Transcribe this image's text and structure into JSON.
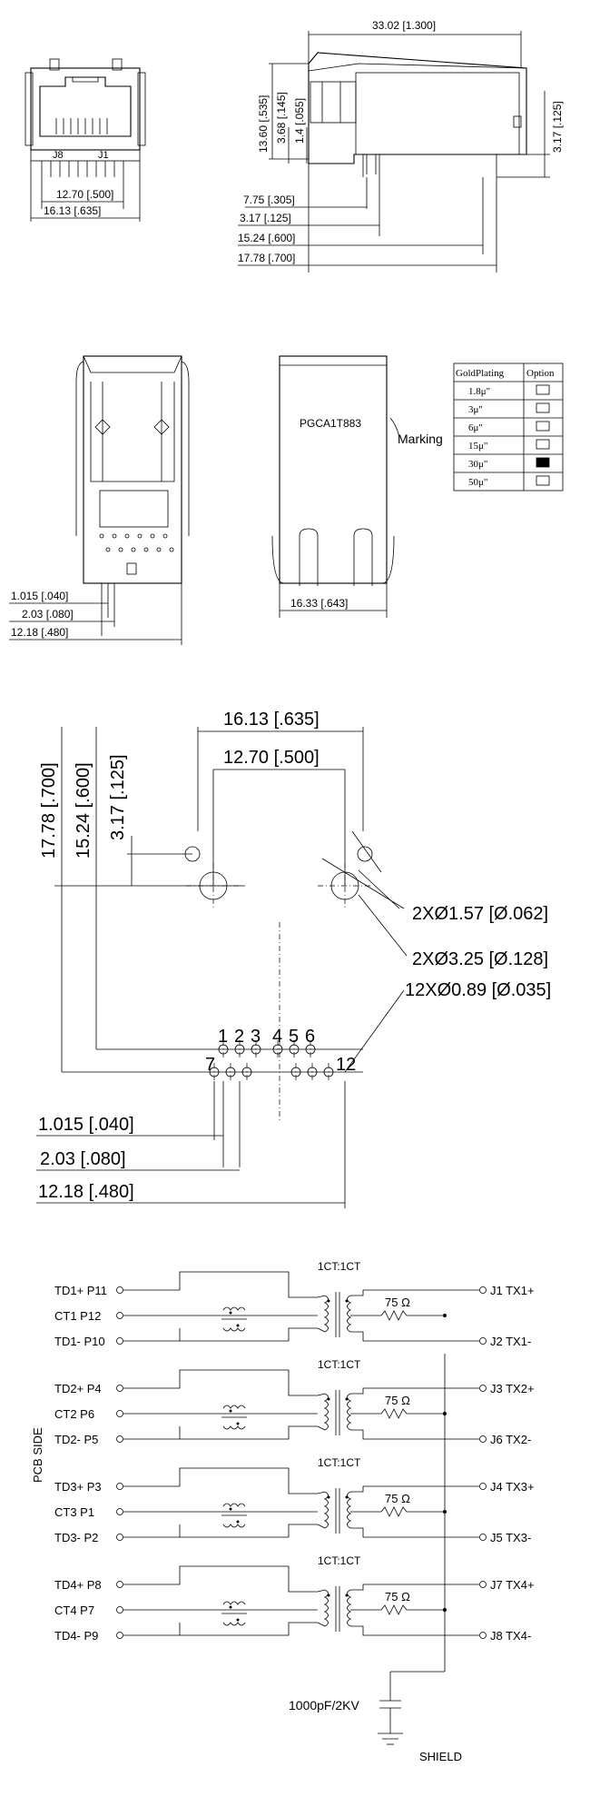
{
  "front_view": {
    "label_j8": "J8",
    "label_j1": "J1",
    "dim_pin_span": "12.70 [.500]",
    "dim_body_width": "16.13 [.635]"
  },
  "side_view": {
    "dim_length": "33.02 [1.300]",
    "dim_height": "13.60 [.535]",
    "dim_height2": "3.68 [.145]",
    "dim_height3": "1.4 [.055]",
    "dim_standoff": "3.17 [.125]",
    "dim_a": "7.75 [.305]",
    "dim_b": "3.17 [.125]",
    "dim_c": "15.24 [.600]",
    "dim_d": "17.78 [.700]"
  },
  "bottom_view": {
    "dim_1": "1.015 [.040]",
    "dim_2": "2.03 [.080]",
    "dim_3": "12.18 [.480]"
  },
  "top_view": {
    "part_number": "PGCA1T883",
    "marking_label": "Marking",
    "dim_width": "16.33 [.643]"
  },
  "plating_table": {
    "header_plating": "GoldPlating",
    "header_option": "Option",
    "rows": [
      {
        "plating": "1.8μ\"",
        "selected": false
      },
      {
        "plating": "3μ\"",
        "selected": false
      },
      {
        "plating": "6μ\"",
        "selected": false
      },
      {
        "plating": "15μ\"",
        "selected": false
      },
      {
        "plating": "30μ\"",
        "selected": true
      },
      {
        "plating": "50μ\"",
        "selected": false
      }
    ]
  },
  "pcb_layout": {
    "dim_outer": "16.13 [.635]",
    "dim_inner": "12.70 [.500]",
    "dim_v1": "17.78 [.700]",
    "dim_v2": "15.24 [.600]",
    "dim_v3": "3.17 [.125]",
    "hole_a": "2XØ1.57 [Ø.062]",
    "hole_b": "2XØ3.25 [Ø.128]",
    "hole_c": "12XØ0.89 [Ø.035]",
    "pin_numbers_top": [
      "1",
      "2",
      "3",
      "4",
      "5",
      "6"
    ],
    "pin_7": "7",
    "pin_12": "12",
    "dim_h1": "1.015 [.040]",
    "dim_h2": "2.03 [.080]",
    "dim_h3": "12.18 [.480]"
  },
  "schematic": {
    "side_label": "PCB SIDE",
    "ratio": "1CT:1CT",
    "resistor": "75 Ω",
    "capacitor": "1000pF/2KV",
    "shield": "SHIELD",
    "channels": [
      {
        "left": [
          "TD1+ P11",
          "CT1  P12",
          "TD1- P10"
        ],
        "right": [
          "J1 TX1+",
          "J2 TX1-"
        ]
      },
      {
        "left": [
          "TD2+ P4",
          "CT2  P6",
          "TD2-  P5"
        ],
        "right": [
          "J3 TX2+",
          "J6 TX2-"
        ]
      },
      {
        "left": [
          "TD3+ P3",
          "CT3  P1",
          "TD3-  P2"
        ],
        "right": [
          "J4 TX3+",
          "J5 TX3-"
        ]
      },
      {
        "left": [
          "TD4+ P8",
          "CT4  P7",
          "TD4-  P9"
        ],
        "right": [
          "J7 TX4+",
          "J8 TX4-"
        ]
      }
    ]
  }
}
